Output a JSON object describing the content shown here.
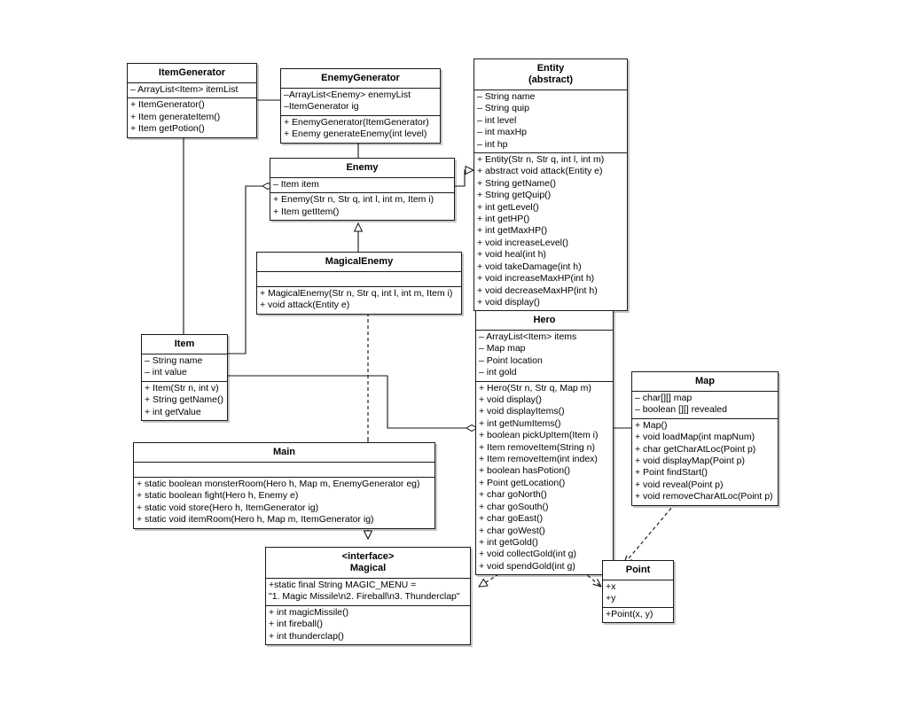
{
  "diagram": {
    "type": "uml-class-diagram",
    "title": "",
    "background": "#ffffff",
    "line_color": "#1a1a1a",
    "classes": [
      {
        "id": "itemgenerator",
        "name": "ItemGenerator",
        "stereotype": "",
        "attributes": [
          "– ArrayList<Item>  itemList"
        ],
        "methods": [
          "+ ItemGenerator()",
          "+ Item generateItem()",
          "+ Item getPotion()"
        ]
      },
      {
        "id": "enemygenerator",
        "name": "EnemyGenerator",
        "stereotype": "",
        "attributes": [
          "–ArrayList<Enemy> enemyList",
          "–ItemGenerator ig"
        ],
        "methods": [
          "+ EnemyGenerator(ItemGenerator)",
          "+ Enemy generateEnemy(int level)"
        ]
      },
      {
        "id": "entity",
        "name": "Entity",
        "stereotype": "(abstract)",
        "attributes": [
          "– String name",
          "– String quip",
          "– int level",
          "– int maxHp",
          "– int hp"
        ],
        "methods": [
          "+ Entity(Str n, Str q, int l, int m)",
          "+ abstract void attack(Entity e)",
          "+ String getName()",
          "+ String getQuip()",
          "+ int getLevel()",
          "+ int getHP()",
          "+ int getMaxHP()",
          "+ void increaseLevel()",
          "+ void heal(int h)",
          "+ void takeDamage(int h)",
          "+ void increaseMaxHP(int h)",
          "+ void decreaseMaxHP(int h)",
          "+ void display()"
        ]
      },
      {
        "id": "enemy",
        "name": "Enemy",
        "stereotype": "",
        "attributes": [
          "– Item item"
        ],
        "methods": [
          "+ Enemy(Str n, Str q, int l, int m, Item i)",
          "+ Item getItem()"
        ]
      },
      {
        "id": "magicalenemy",
        "name": "MagicalEnemy",
        "stereotype": "",
        "attributes": [],
        "methods": [
          "+ MagicalEnemy(Str n, Str q, int l, int m, Item i)",
          "+ void attack(Entity e)"
        ]
      },
      {
        "id": "item",
        "name": "Item",
        "stereotype": "",
        "attributes": [
          "– String name",
          "– int value"
        ],
        "methods": [
          "+ Item(Str n, int v)",
          "+ String getName()",
          "+ int getValue"
        ]
      },
      {
        "id": "hero",
        "name": "Hero",
        "stereotype": "",
        "attributes": [
          "– ArrayList<Item>  items",
          "– Map map",
          "– Point location",
          "– int gold"
        ],
        "methods": [
          "+ Hero(Str n, Str q, Map m)",
          "+ void display()",
          "+ void displayItems()",
          "+ int getNumItems()",
          "+ boolean pickUpItem(Item i)",
          "+ Item removeItem(String n)",
          "+ Item removeItem(int index)",
          "+ boolean hasPotion()",
          "+ Point getLocation()",
          "+ char goNorth()",
          "+ char goSouth()",
          "+ char goEast()",
          "+ char goWest()",
          "+ int getGold()",
          "+ void collectGold(int g)",
          "+ void spendGold(int g)"
        ]
      },
      {
        "id": "map",
        "name": "Map",
        "stereotype": "",
        "attributes": [
          "– char[][] map",
          "– boolean [][] revealed"
        ],
        "methods": [
          "+ Map()",
          "+ void loadMap(int mapNum)",
          "+ char getCharAtLoc(Point p)",
          "+ void displayMap(Point p)",
          "+ Point findStart()",
          "+ void reveal(Point p)",
          "+ void removeCharAtLoc(Point p)"
        ]
      },
      {
        "id": "main",
        "name": "Main",
        "stereotype": "",
        "attributes": [],
        "methods": [
          "+ static boolean monsterRoom(Hero h, Map m, EnemyGenerator eg)",
          "+ static boolean fight(Hero h, Enemy e)",
          "+ static void store(Hero h, ItemGenerator ig)",
          "+ static void itemRoom(Hero h, Map m, ItemGenerator ig)"
        ]
      },
      {
        "id": "magical",
        "name": "Magical",
        "stereotype": "<interface>",
        "attributes": [
          "+static final String MAGIC_MENU =",
          "\"1. Magic Missile\\n2. Fireball\\n3. Thunderclap\""
        ],
        "methods": [
          "+ int magicMissile()",
          "+ int fireball()",
          "+ int thunderclap()"
        ]
      },
      {
        "id": "point",
        "name": "Point",
        "stereotype": "",
        "attributes": [
          "+x",
          "+y"
        ],
        "methods": [
          "+Point(x, y)"
        ]
      }
    ],
    "relationships": [
      {
        "from": "itemgenerator",
        "to": "enemygenerator",
        "type": "aggregation",
        "marker": "hollow-diamond"
      },
      {
        "from": "enemygenerator",
        "to": "enemy",
        "type": "composition",
        "marker": "filled-diamond"
      },
      {
        "from": "itemgenerator",
        "to": "item",
        "type": "composition",
        "marker": "filled-diamond"
      },
      {
        "from": "item",
        "to": "enemy",
        "type": "aggregation",
        "marker": "hollow-diamond"
      },
      {
        "from": "item",
        "to": "hero",
        "type": "aggregation",
        "marker": "hollow-diamond"
      },
      {
        "from": "enemy",
        "to": "entity",
        "type": "inheritance",
        "marker": "hollow-triangle"
      },
      {
        "from": "magicalenemy",
        "to": "enemy",
        "type": "inheritance",
        "marker": "hollow-triangle"
      },
      {
        "from": "hero",
        "to": "entity",
        "type": "inheritance",
        "marker": "hollow-triangle"
      },
      {
        "from": "hero",
        "to": "map",
        "type": "aggregation",
        "marker": "hollow-diamond"
      },
      {
        "from": "magicalenemy",
        "to": "magical",
        "type": "realization",
        "marker": "dashed-hollow-triangle"
      },
      {
        "from": "main",
        "to": "magical",
        "type": "realization",
        "marker": "dashed-hollow-triangle"
      },
      {
        "from": "hero",
        "to": "magical",
        "type": "realization",
        "marker": "dashed-hollow-triangle"
      },
      {
        "from": "hero",
        "to": "point",
        "type": "dependency",
        "marker": "dashed-open-arrow"
      },
      {
        "from": "map",
        "to": "point",
        "type": "dependency",
        "marker": "dashed-open-arrow"
      }
    ]
  }
}
